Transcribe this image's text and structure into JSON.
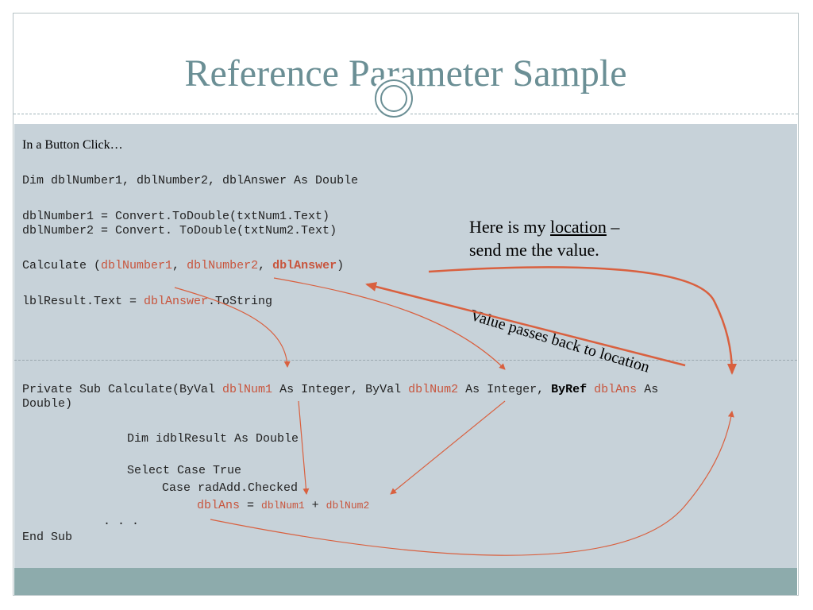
{
  "title": "Reference Parameter Sample",
  "intro": "In a Button Click…",
  "code1": {
    "dim_line": "Dim dblNumber1, dblNumber2, dblAnswer As Double",
    "convert1": "dblNumber1 = Convert.ToDouble(txtNum1.Text)",
    "convert2": "dblNumber2 = Convert. ToDouble(txtNum2.Text)",
    "calc_prefix": "Calculate (",
    "calc_arg1": "dblNumber1",
    "calc_sep1": ", ",
    "calc_arg2": "dblNumber2",
    "calc_sep2": ", ",
    "calc_arg3": "dblAnswer",
    "calc_suffix": ")",
    "result_prefix": "lblResult.Text = ",
    "result_var": "dblAnswer",
    "result_suffix": ".ToString"
  },
  "code2": {
    "sub_prefix": "Private Sub Calculate(ByVal ",
    "sub_p1": "dblNum1",
    "sub_mid1": " As Integer, ByVal ",
    "sub_p2": "dblNum2",
    "sub_mid2": " As Integer, ",
    "sub_byref": "ByRef",
    "sub_space": " ",
    "sub_p3": "dblAns",
    "sub_as": " As",
    "sub_line2": "Double)",
    "dim_result": "Dim idblResult As Double",
    "select_case": "Select Case True",
    "case_line": "Case radAdd.Checked",
    "assign_lhs": "dblAns",
    "assign_eq": " = ",
    "assign_r1": "dblNum1",
    "assign_plus": " + ",
    "assign_r2": "dblNum2",
    "ellipsis": ". . .",
    "end_sub": "End Sub"
  },
  "callout": {
    "prefix": "Here is my ",
    "location_word": "location",
    "dash": " –",
    "line2": "send me the value."
  },
  "passes_back": "Value passes back to location",
  "colors": {
    "title": "#6b8f95",
    "panel": "#c7d2d9",
    "footer": "#8dabac",
    "highlight": "#c8553d",
    "arrow": "#d9603f"
  }
}
